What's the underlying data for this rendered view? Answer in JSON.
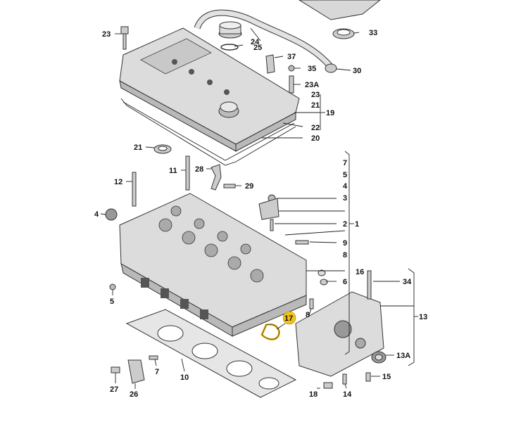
{
  "diagram": {
    "part_numbers": {
      "p1": "1",
      "p2": "2",
      "p3": "3",
      "p4": "4",
      "p5a": "5",
      "p5b": "5",
      "p6": "6",
      "p7a": "7",
      "p7b": "7",
      "p8a": "8",
      "p8b": "8",
      "p9": "9",
      "p10": "10",
      "p11": "11",
      "p12": "12",
      "p13": "13",
      "p13a": "13A",
      "p14": "14",
      "p15": "15",
      "p16": "16",
      "p17": "17",
      "p18": "18",
      "p19": "19",
      "p20": "20",
      "p21a": "21",
      "p21b": "21",
      "p22": "22",
      "p23a": "23",
      "p23b": "23",
      "p23c": "23A",
      "p24": "24",
      "p25": "25",
      "p26": "26",
      "p27": "27",
      "p28": "28",
      "p29": "29",
      "p30": "30",
      "p33": "33",
      "p34": "34",
      "p35": "35",
      "p37": "37",
      "p4b": "4"
    },
    "highlight_color": "#f2c218"
  }
}
